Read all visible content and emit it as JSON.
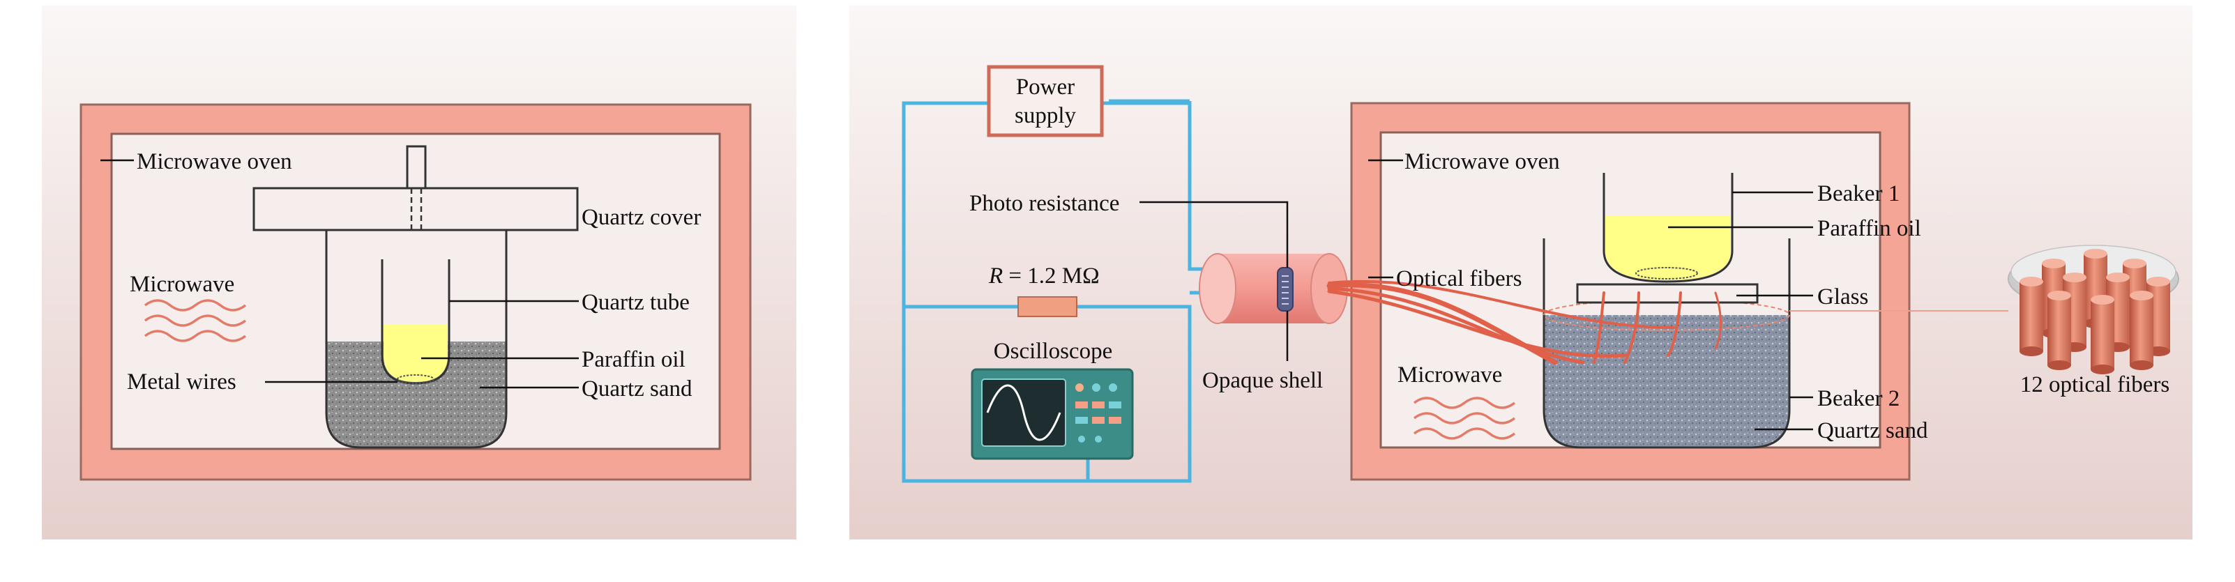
{
  "left_panel": {
    "oven_label": "Microwave oven",
    "quartz_cover_label": "Quartz cover",
    "microwave_label": "Microwave",
    "quartz_tube_label": "Quartz tube",
    "paraffin_oil_label": "Paraffin oil",
    "metal_wires_label": "Metal wires",
    "quartz_sand_label": "Quartz sand"
  },
  "right_panel": {
    "power_supply_line1": "Power",
    "power_supply_line2": "supply",
    "photo_resistance_label": "Photo resistance",
    "resistor_label_var": "R",
    "resistor_label_value": " = 1.2 MΩ",
    "oscilloscope_label": "Oscilloscope",
    "opaque_shell_label": "Opaque shell",
    "optical_fibers_label": "Optical fibers",
    "oven_label": "Microwave oven",
    "beaker1_label": "Beaker 1",
    "paraffin_oil_label": "Paraffin oil",
    "glass_label": "Glass",
    "microwave_label": "Microwave",
    "beaker2_label": "Beaker 2",
    "quartz_sand_label": "Quartz sand",
    "fibers_bundle_label": "12 optical fibers"
  },
  "colors": {
    "oven_salmon": "#f4a595",
    "oven_border": "#9a6a60",
    "circuit_blue": "#4bb4e0",
    "paraffin_yellow": "#ffff88",
    "sand_gray": "#8e8e8e",
    "fiber_red": "#e0604a",
    "oscilloscope_teal": "#3c8c88",
    "resistor_orange": "#f0a080",
    "power_box_border": "#d06a58"
  },
  "icons": {
    "microwave": "microwave-waves-icon",
    "oscilloscope": "oscilloscope-icon",
    "fiber_bundle": "fiber-bundle-icon"
  }
}
